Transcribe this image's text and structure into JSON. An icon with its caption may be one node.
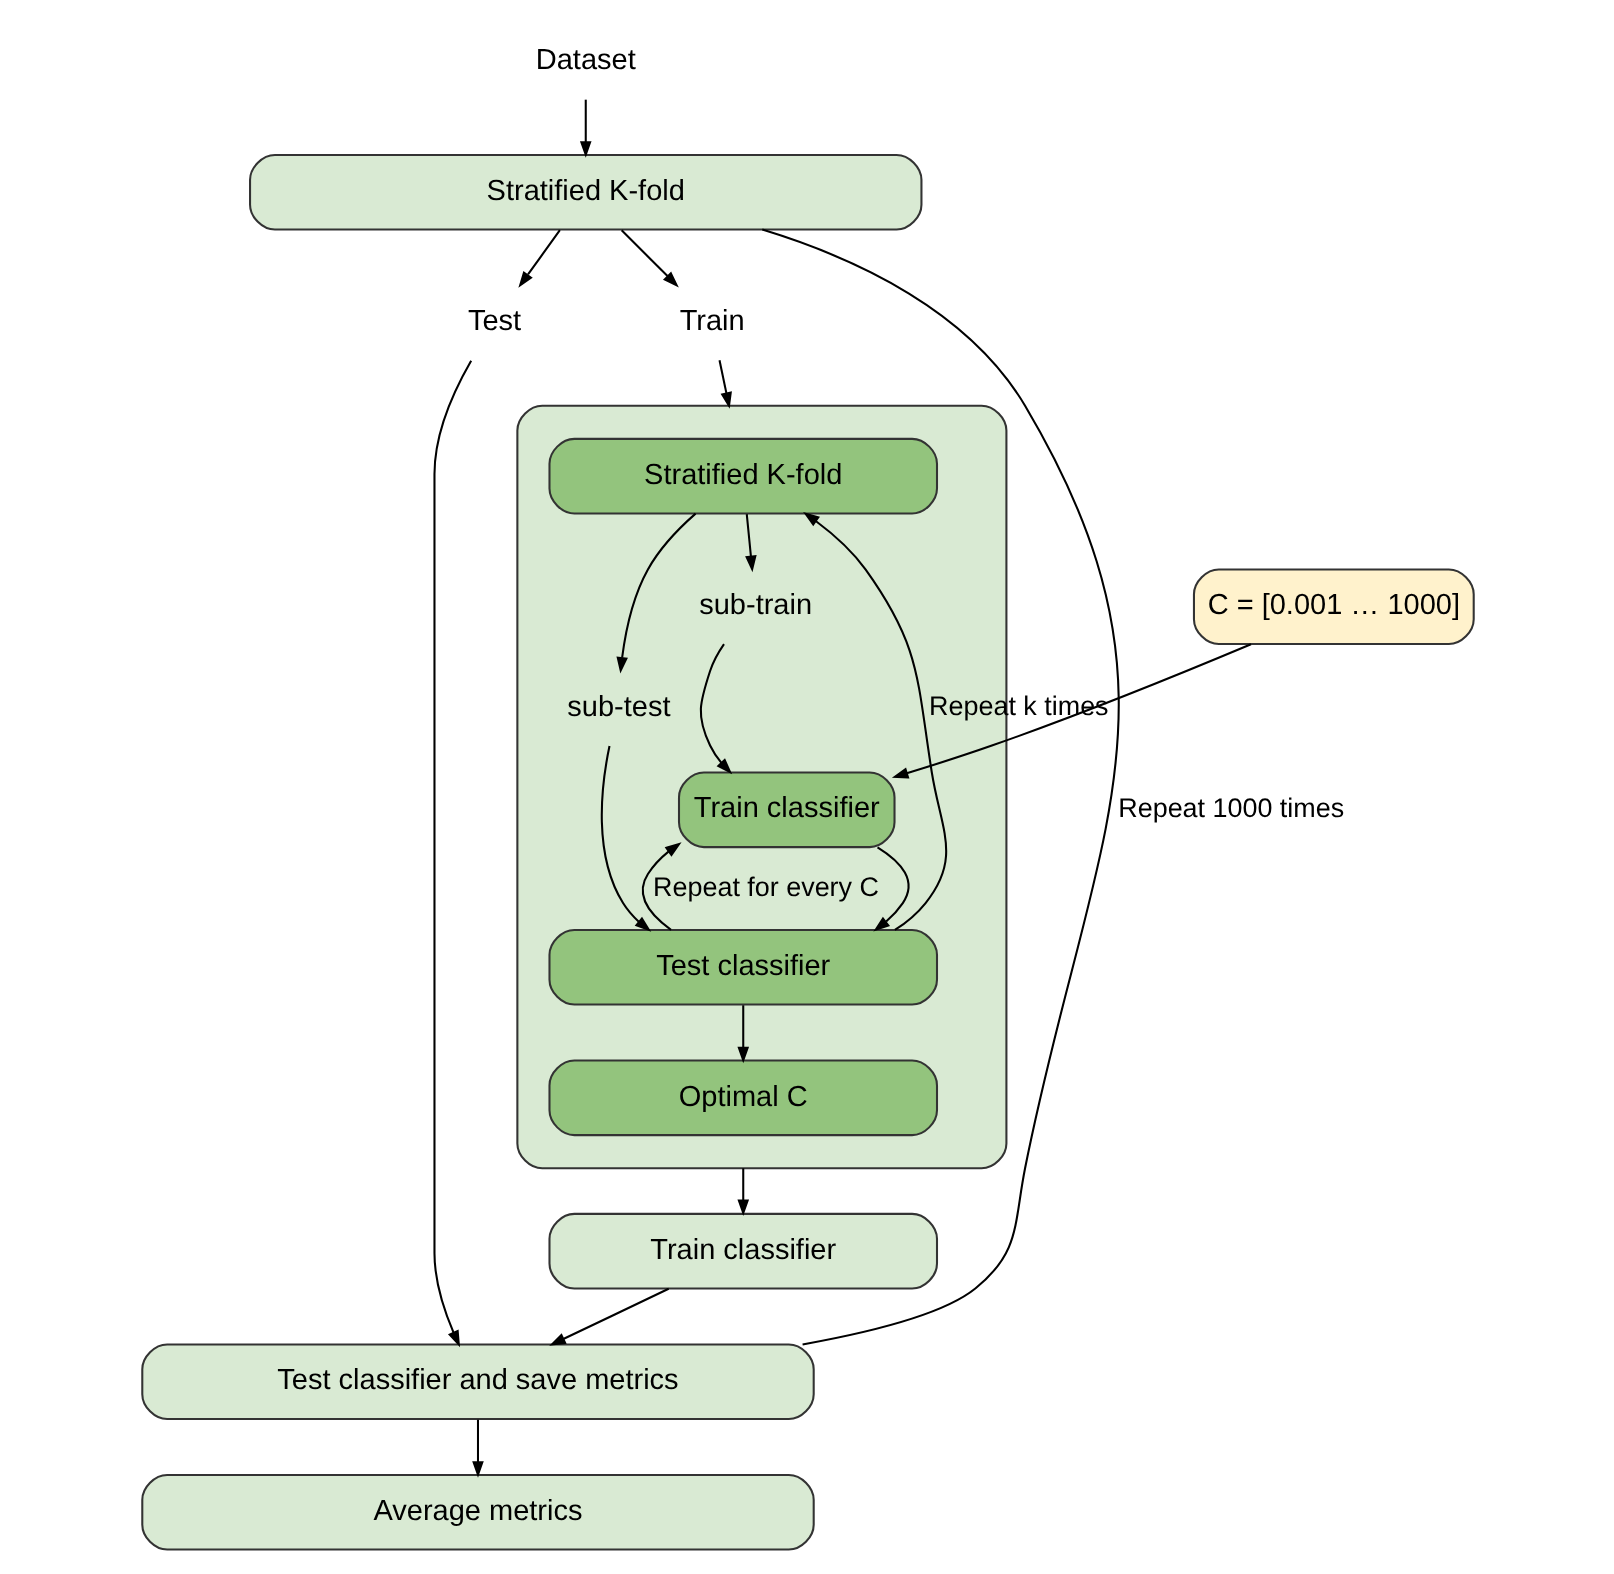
{
  "diagram": {
    "nodes": [
      {
        "text": [
          "Dataset"
        ]
      },
      {
        "text": [
          "Stratified K-fold"
        ]
      },
      {
        "text": [
          "Train"
        ]
      },
      {
        "text": [
          "Test"
        ]
      },
      {
        "text": [],
        "shape": "box"
      },
      {
        "text": [
          "Stratified K-fold"
        ],
        "in": 4
      },
      {
        "text": [
          "C = [0.001 … 1000]"
        ]
      },
      {
        "text": [
          "sub-train"
        ],
        "in": 4
      },
      {
        "text": [
          "sub-test"
        ],
        "in": 4
      },
      {
        "text": [
          "Train classifier"
        ],
        "in": 4
      },
      {
        "text": [
          "Test classifier"
        ],
        "in": 4
      },
      {
        "text": [
          "Optimal C"
        ],
        "in": 4
      },
      {
        "text": [
          "Train classifier"
        ]
      },
      {
        "text": [
          "Test classifier and save metrics"
        ]
      },
      {
        "text": [
          "Average metrics"
        ]
      }
    ],
    "edges": [
      {
        "from": 0,
        "to": 1,
        "arrow": "to"
      },
      {
        "from": 1,
        "to": 2,
        "arrow": "to"
      },
      {
        "from": 1,
        "to": 3,
        "arrow": "to"
      },
      {
        "from": 2,
        "to": 4,
        "arrow": "to"
      },
      {
        "from": 5,
        "to": 7,
        "arrow": "to"
      },
      {
        "from": 5,
        "to": 8,
        "arrow": "to"
      },
      {
        "from": 6,
        "to": 9,
        "arrow": "to"
      },
      {
        "from": 7,
        "to": 9,
        "arrow": "to"
      },
      {
        "from": 9,
        "to": 10,
        "arrow": "to"
      },
      {
        "from": 8,
        "to": 10,
        "arrow": "to"
      },
      {
        "from": 10,
        "to": 11,
        "arrow": "to"
      },
      {
        "from": 10,
        "to": 5,
        "arrow": "to",
        "label": "Repeat k times"
      },
      {
        "from": 10,
        "to": 9,
        "arrow": "to",
        "label": "Repeat for every C"
      },
      {
        "from": 4,
        "to": 12,
        "arrow": "to"
      },
      {
        "from": 12,
        "to": 13,
        "arrow": "to"
      },
      {
        "from": 3,
        "to": 13,
        "arrow": "to"
      },
      {
        "from": 13,
        "to": 14,
        "arrow": "to"
      },
      {
        "from": 13,
        "to": 1,
        "arrow": "none",
        "label": "Repeat 1000 times"
      }
    ]
  }
}
